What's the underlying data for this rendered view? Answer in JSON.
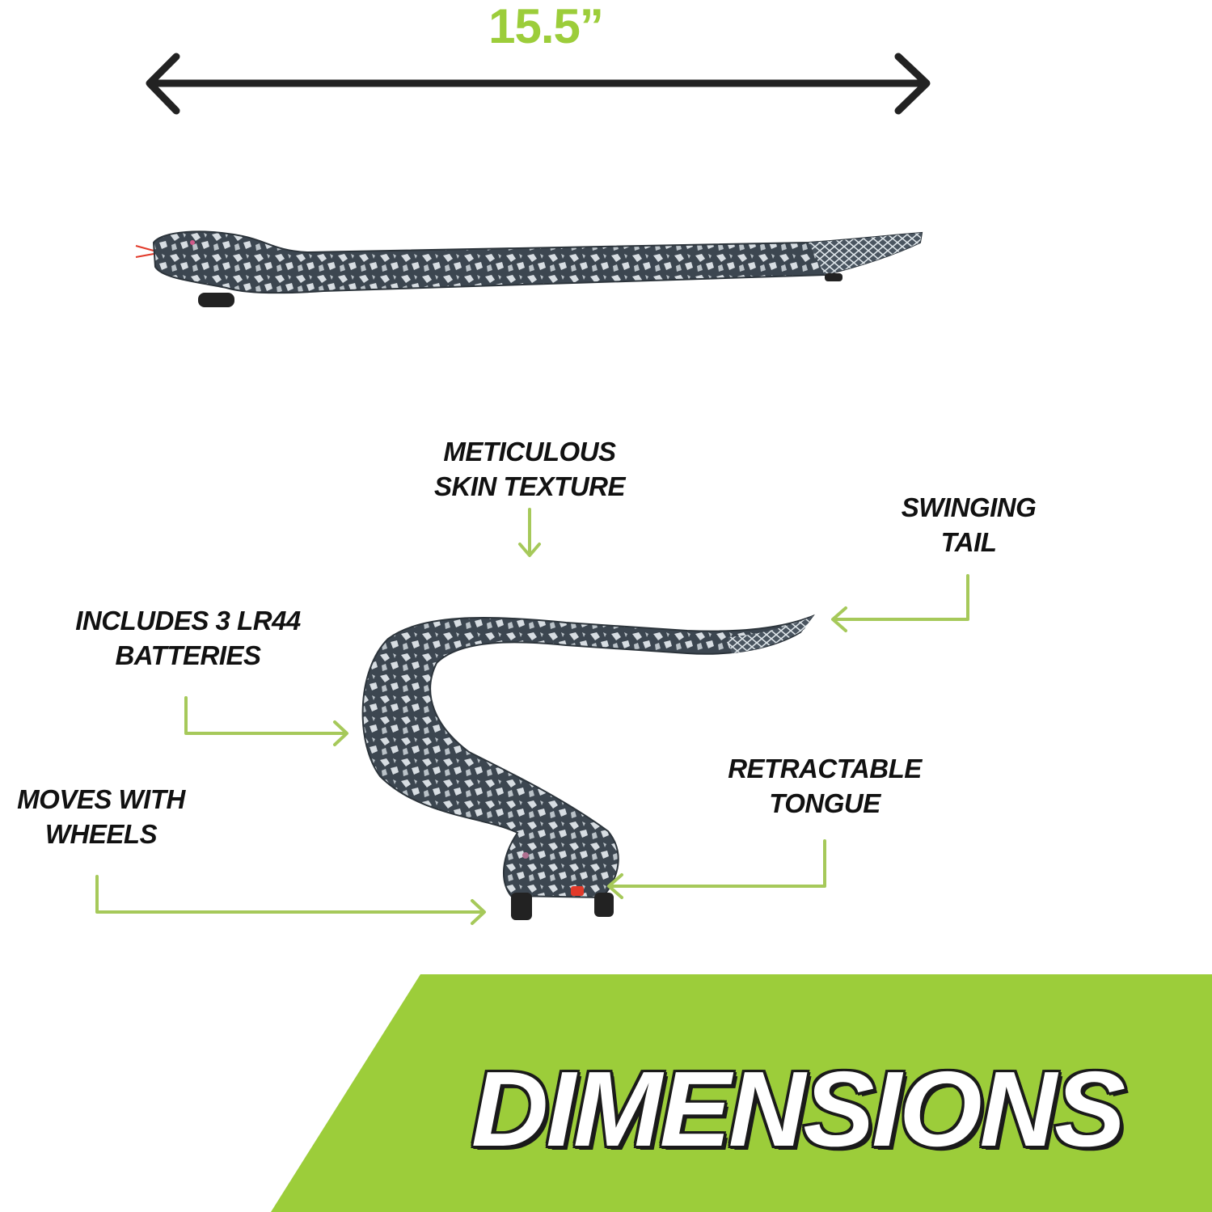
{
  "measurement": {
    "label": "15.5”"
  },
  "callouts": {
    "skin_texture": [
      "METICULOUS",
      "SKIN TEXTURE"
    ],
    "tail": [
      "SWINGING",
      "TAIL"
    ],
    "batteries": [
      "INCLUDES 3 LR44",
      "BATTERIES"
    ],
    "wheels": [
      "MOVES WITH",
      "WHEELS"
    ],
    "tongue": [
      "RETRACTABLE",
      "TONGUE"
    ]
  },
  "banner": {
    "title": "DIMENSIONS"
  },
  "colors": {
    "accent_green": "#9ccd3a",
    "arrow_green": "#a6c95a",
    "dark": "#222222",
    "snake_body": "#3c4650",
    "snake_pattern": "#e8eef2",
    "tongue_red": "#e23a2a"
  }
}
